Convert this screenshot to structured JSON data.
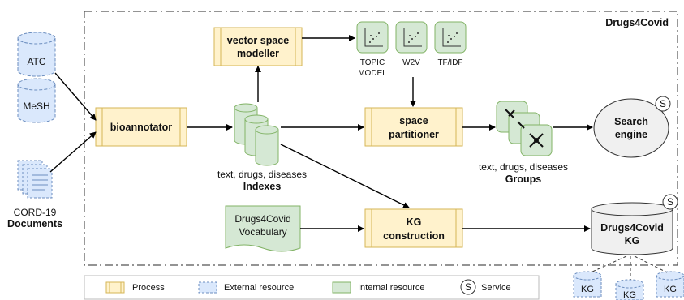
{
  "title": "Drugs4Covid",
  "external": {
    "atc": "ATC",
    "mesh": "MeSH",
    "cord_line1": "CORD-19",
    "cord_line2": "Documents"
  },
  "processes": {
    "bioannotator": "bioannotator",
    "vsm_line1": "vector space",
    "vsm_line2": "modeller",
    "sp_line1": "space",
    "sp_line2": "partitioner",
    "kg_line1": "KG",
    "kg_line2": "construction"
  },
  "models": {
    "topic_line1": "TOPIC",
    "topic_line2": "MODEL",
    "w2v": "W2V",
    "tfidf": "TF/IDF"
  },
  "indexes": {
    "caption": "text, drugs, diseases",
    "label": "Indexes"
  },
  "groups": {
    "caption": "text, drugs, diseases",
    "label": "Groups"
  },
  "vocabulary": {
    "line1": "Drugs4Covid",
    "line2": "Vocabulary"
  },
  "search": {
    "line1": "Search",
    "line2": "engine",
    "badge": "S"
  },
  "kg": {
    "line1": "Drugs4Covid",
    "line2": "KG",
    "badge": "S",
    "external_label": "KG"
  },
  "legend": {
    "process": "Process",
    "external": "External resource",
    "internal": "Internal resource",
    "service_badge": "S",
    "service": "Service"
  },
  "colors": {
    "process_fill": "#fff2cc",
    "process_stroke": "#d6b656",
    "external_fill": "#dae8fc",
    "external_stroke": "#6c8ebf",
    "internal_fill": "#d5e8d4",
    "internal_stroke": "#82b366",
    "service_fill": "#f0f0f0"
  }
}
